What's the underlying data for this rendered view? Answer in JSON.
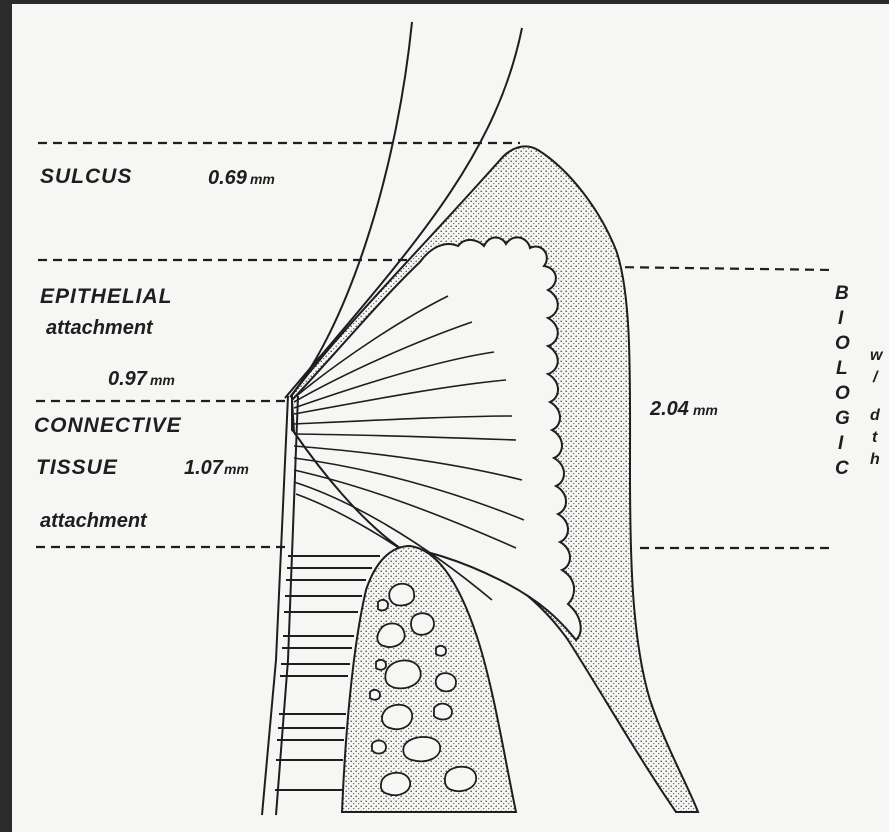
{
  "labels": {
    "sulcus": "SULCUS",
    "sulcus_value": "0.69",
    "epithelial": "EPITHELIAL",
    "epithelial_attachment": "attachment",
    "epithelial_value": "0.97",
    "connective": "CONNECTIVE",
    "tissue": "TISSUE",
    "connective_value": "1.07",
    "connective_attachment": "attachment",
    "total_value": "2.04",
    "unit": "mm"
  },
  "vertical_word": [
    "B",
    "I",
    "O",
    "L",
    "O",
    "G",
    "I",
    "C"
  ],
  "cut_text": [
    "w",
    "/",
    "d",
    "t",
    "h"
  ],
  "colors": {
    "frame": "#2b2b2b",
    "paper": "#f6f6f4",
    "ink": "#1e1e1e",
    "stipple": "#cfcfcc"
  }
}
